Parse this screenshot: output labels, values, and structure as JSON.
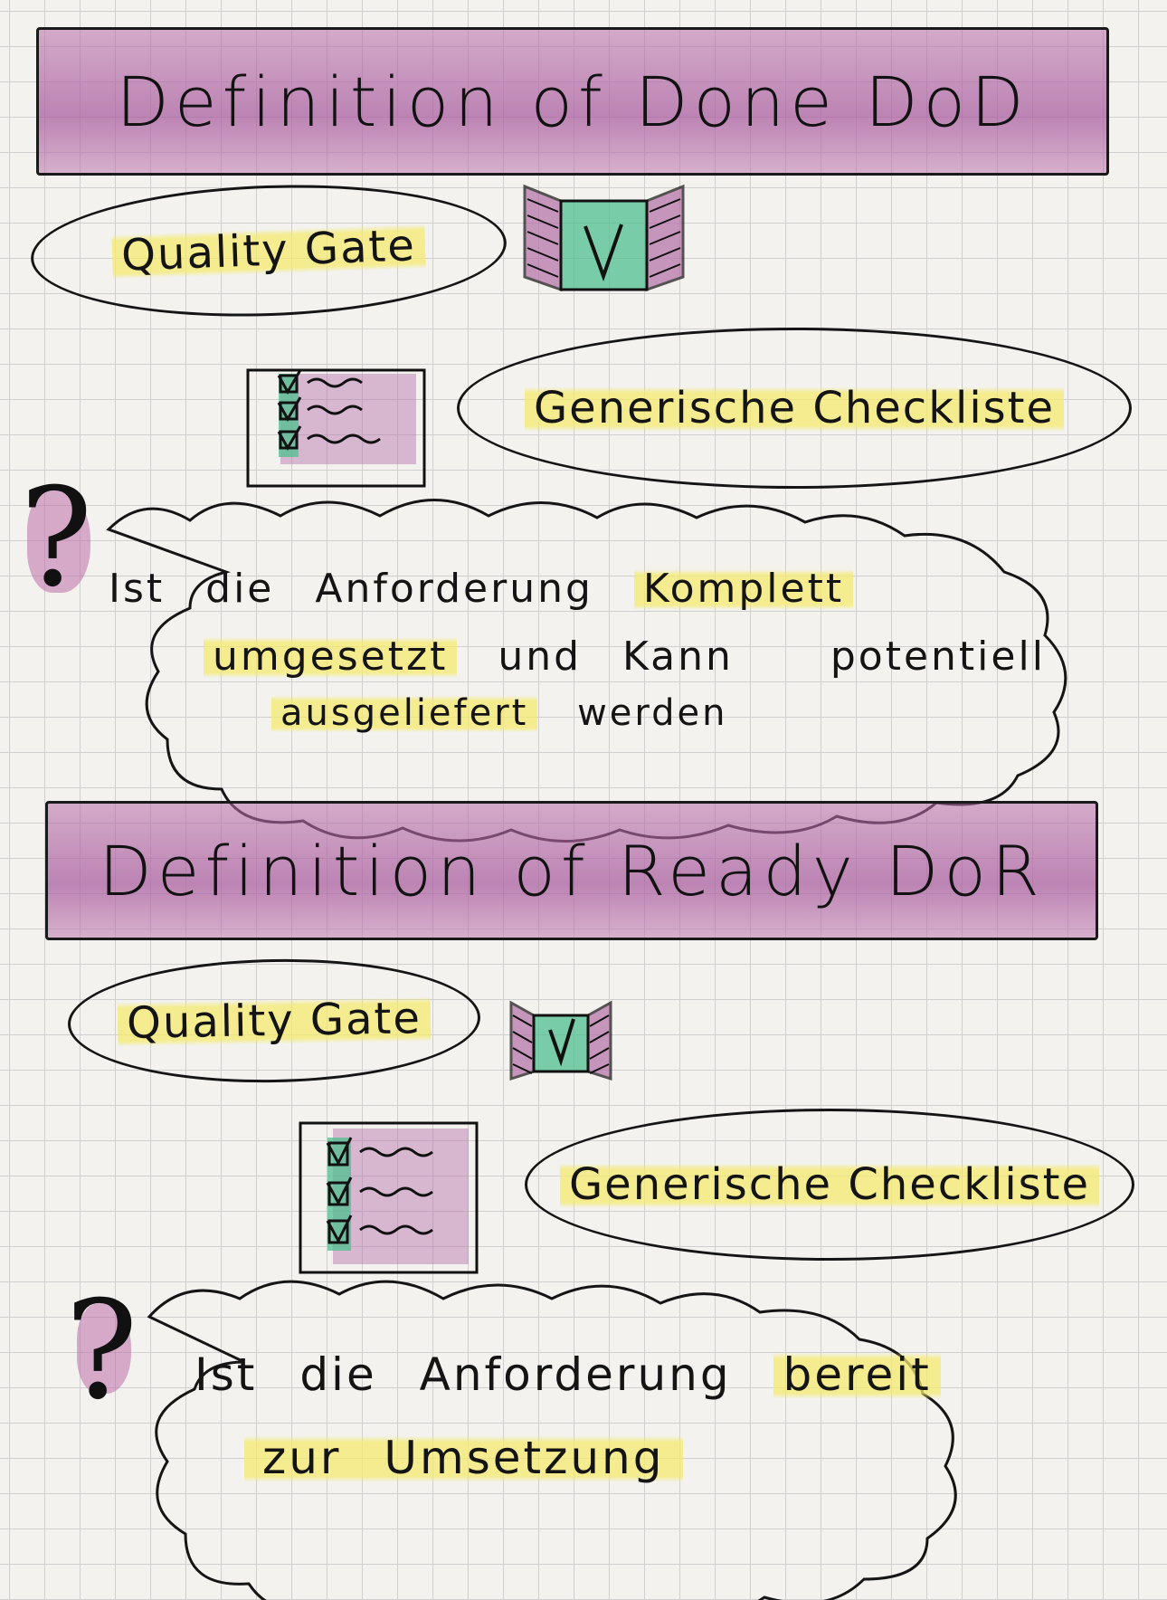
{
  "sections": [
    {
      "title": "Definition of Done DoD",
      "quality_gate": "Quality Gate",
      "checklist": "Generische Checkliste",
      "question_lines": [
        [
          "Ist",
          "die",
          "Anforderung",
          "Komplett"
        ],
        [
          "umgesetzt",
          "und",
          "Kann",
          "potentiell"
        ],
        [
          "ausgeliefert",
          "werden"
        ]
      ]
    },
    {
      "title": "Definition of Ready DoR",
      "quality_gate": "Quality Gate",
      "checklist": "Generische Checkliste",
      "question_lines": [
        [
          "Ist",
          "die",
          "Anforderung",
          "bereit"
        ],
        [
          "zur",
          "Umsetzung"
        ]
      ]
    }
  ],
  "colors": {
    "banner": "#b46ea8",
    "highlight": "#f4ea6e",
    "checkbox_green": "#4fbf8f",
    "grid": "#cfcfcf"
  },
  "icons": [
    "gate-icon",
    "checklist-icon",
    "question-mark-icon",
    "thought-cloud"
  ]
}
